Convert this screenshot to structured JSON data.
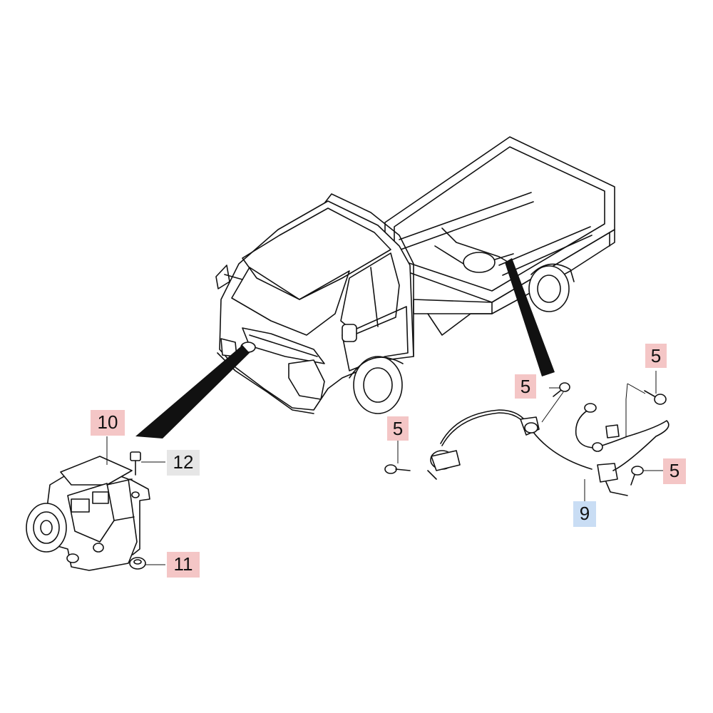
{
  "callouts": [
    {
      "id": "c10",
      "label": "10",
      "color": "#f4c6c6"
    },
    {
      "id": "c12",
      "label": "12",
      "color": "#e6e6e6"
    },
    {
      "id": "c11",
      "label": "11",
      "color": "#f4c6c6"
    },
    {
      "id": "c5a",
      "label": "5",
      "color": "#f4c6c6"
    },
    {
      "id": "c5b",
      "label": "5",
      "color": "#f4c6c6"
    },
    {
      "id": "c5c",
      "label": "5",
      "color": "#f4c6c6"
    },
    {
      "id": "c5d",
      "label": "5",
      "color": "#f4c6c6"
    },
    {
      "id": "c9",
      "label": "9",
      "color": "#c9ddf4"
    }
  ]
}
